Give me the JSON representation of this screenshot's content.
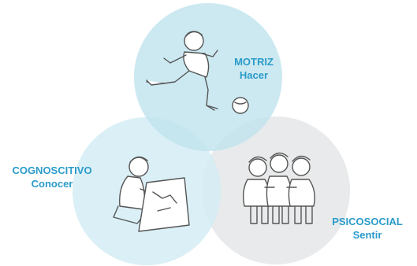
{
  "colors": {
    "label": "#2a9bc9",
    "motor_circle": "#bfe3ee",
    "cognitive_circle": "#d4ecf4",
    "psychosocial_circle": "#e4e6e7",
    "ink": "#555555"
  },
  "domains": {
    "motriz": {
      "title": "MOTRIZ",
      "subtitle": "Hacer",
      "icon": "soccer-player-icon"
    },
    "cognoscitivo": {
      "title": "COGNOSCITIVO",
      "subtitle": "Conocer",
      "icon": "child-drawing-icon"
    },
    "psicosocial": {
      "title": "PSICOSOCIAL",
      "subtitle": "Sentir",
      "icon": "group-of-children-icon"
    }
  }
}
